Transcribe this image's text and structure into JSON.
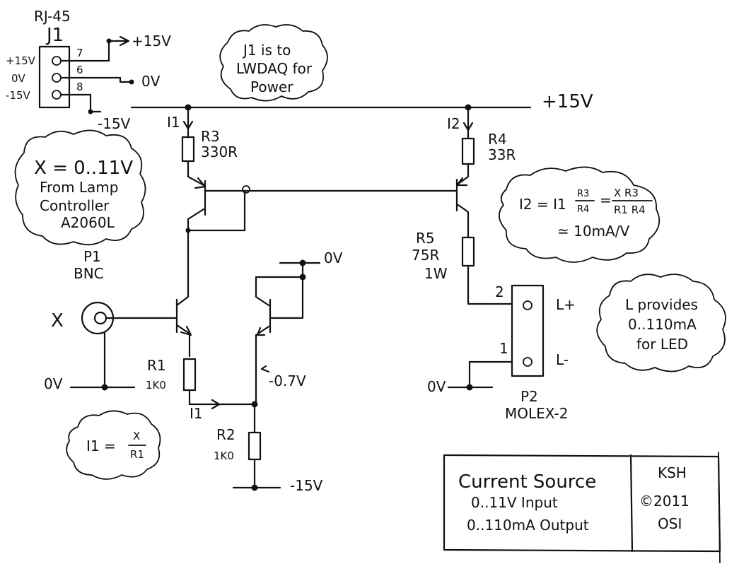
{
  "connector_j1": {
    "type_label": "RJ-45",
    "ref": "J1",
    "pins": [
      {
        "net": "+15V",
        "number": "7"
      },
      {
        "net": "0V",
        "number": "6"
      },
      {
        "net": "-15V",
        "number": "8"
      }
    ],
    "out_plus": "+15V",
    "out_zero": "0V",
    "out_minus": "-15V"
  },
  "notes": {
    "j1": [
      "J1 is to",
      "LWDAQ for",
      "Power"
    ],
    "x_input": [
      "X = 0..11V",
      "From Lamp",
      "Controller",
      "A2060L"
    ],
    "current_formula": {
      "lhs": "I2 = I1",
      "r_num": "R3",
      "r_den": "R4",
      "x_num": "X R3",
      "x_den": "R1 R4",
      "approx": "≃ 10mA/V"
    },
    "led": [
      "L provides",
      "0..110mA",
      "for LED"
    ],
    "i1_formula": {
      "lhs": "I1 =",
      "num": "X",
      "den": "R1"
    }
  },
  "rails": {
    "plus15": "+15V",
    "zero_top": "0V",
    "zero_left": "0V",
    "zero_right": "0V",
    "minus15": "-15V"
  },
  "currents": {
    "i1_top": "I1",
    "i2": "I2",
    "i1_bottom": "I1"
  },
  "components": {
    "r3": {
      "ref": "R3",
      "value": "330R"
    },
    "r4": {
      "ref": "R4",
      "value": "33R"
    },
    "r5": {
      "ref": "R5",
      "value": "75R",
      "rating": "1W"
    },
    "r1": {
      "ref": "R1",
      "value": "1K0"
    },
    "r2": {
      "ref": "R2",
      "value": "1K0"
    },
    "node_voltage": "-0.7V"
  },
  "input": {
    "label": "X",
    "ref": "P1",
    "type": "BNC"
  },
  "output": {
    "ref": "P2",
    "type": "MOLEX-2",
    "pins": [
      {
        "number": "2",
        "name": "L+"
      },
      {
        "number": "1",
        "name": "L-"
      }
    ]
  },
  "title_block": {
    "title": "Current Source",
    "line1": "0..11V Input",
    "line2": "0..110mA Output",
    "author": "KSH",
    "year": "©2011",
    "org": "OSI"
  }
}
